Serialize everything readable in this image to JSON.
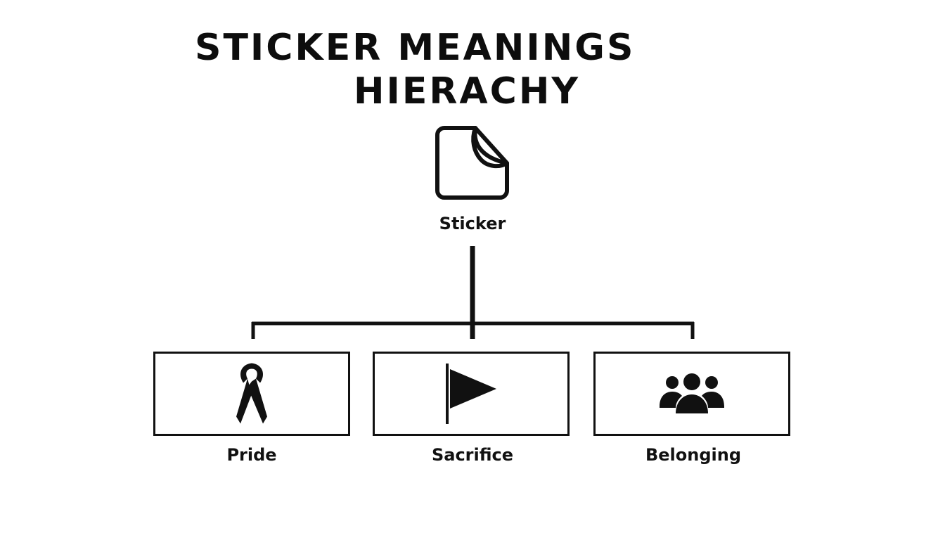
{
  "title": {
    "line1": "STICKER MEANINGS",
    "line2": "HIERACHY"
  },
  "root": {
    "label": "Sticker",
    "icon": "sticker-peel-icon"
  },
  "children": [
    {
      "label": "Pride",
      "icon": "awareness-ribbon-icon"
    },
    {
      "label": "Sacrifice",
      "icon": "flag-icon"
    },
    {
      "label": "Belonging",
      "icon": "group-people-icon"
    }
  ],
  "colors": {
    "stroke": "#111111",
    "background": "#ffffff"
  }
}
